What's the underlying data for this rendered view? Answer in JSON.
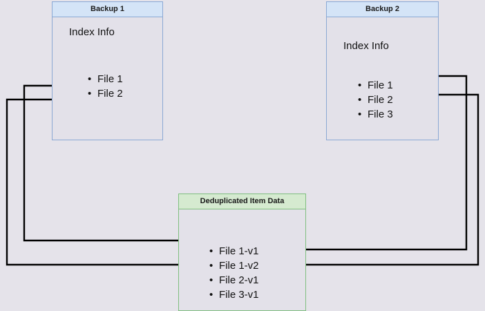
{
  "diagram": {
    "title": "Backup deduplication index diagram",
    "background_color": "#e5e3ea",
    "box_border_blue": "#8aa8d4",
    "box_header_blue": "#d4e4f7",
    "box_border_green": "#7fbf7f",
    "box_header_green": "#d5ead0",
    "box_body_fill": "#e3e1e9",
    "edge_color": "#000000"
  },
  "nodes": {
    "backup1": {
      "title": "Backup 1",
      "section_label": "Index Info",
      "files": [
        "File 1",
        "File 2"
      ]
    },
    "backup2": {
      "title": "Backup 2",
      "section_label": "Index Info",
      "files": [
        "File 1",
        "File 2",
        "File 3"
      ]
    },
    "dedup": {
      "title": "Deduplicated Item Data",
      "section_label": "",
      "files": [
        "File 1-v1",
        "File 1-v2",
        "File 2-v1",
        "File 3-v1"
      ]
    }
  },
  "edges": [
    {
      "name": "backup1-file1-to-file1v1",
      "from": "Backup 1 / File 1",
      "to": "Deduplicated Item Data / File 1-v1"
    },
    {
      "name": "backup1-file2-to-file2v1",
      "from": "Backup 1 / File 2",
      "to": "Deduplicated Item Data / File 2-v1"
    },
    {
      "name": "backup2-file1-to-file1v2",
      "from": "Backup 2 / File 1",
      "to": "Deduplicated Item Data / File 1-v2"
    },
    {
      "name": "backup2-file2-to-file2v1",
      "from": "Backup 2 / File 2",
      "to": "Deduplicated Item Data / File 2-v1"
    }
  ]
}
